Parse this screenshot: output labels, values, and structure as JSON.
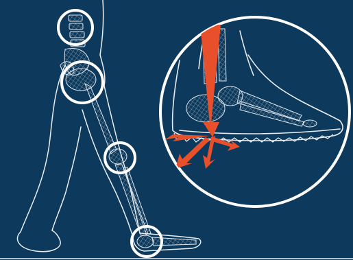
{
  "colors": {
    "background": "#0d3a5c",
    "outline": "#e9eef2",
    "bone_mesh": "#dfe7ee",
    "highlight_ring": "#ffffff",
    "force_arrow": "#e8502c"
  },
  "illustration": {
    "subject": "walking-leg-skeleton",
    "rings": [
      "lumbar-spine",
      "hip",
      "knee",
      "ankle"
    ],
    "inset": "foot-heel-strike-detail",
    "arrows": [
      "downward-force",
      "reaction-left",
      "reaction-down-left",
      "reaction-down-right",
      "reaction-right"
    ]
  }
}
